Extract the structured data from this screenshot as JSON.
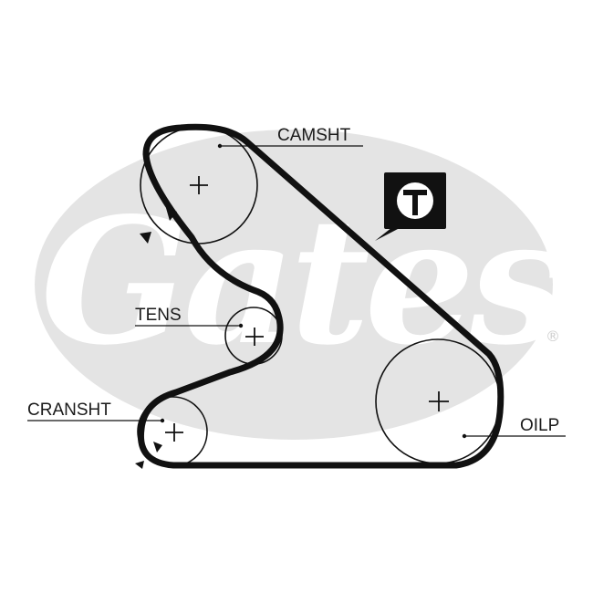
{
  "brand": {
    "logo_text": "Gates",
    "registered_mark": "®",
    "watermark_color": "#e4e4e4"
  },
  "colors": {
    "belt": "#111111",
    "pulley_outline": "#111111",
    "label_text": "#1a1a1a",
    "tensioner_badge": "#111111"
  },
  "tensioner_badge": {
    "letter": "T",
    "icon": "tensioner-marker-icon"
  },
  "pulleys": {
    "camshaft": {
      "label": "CAMSHT"
    },
    "tensioner": {
      "label": "TENS"
    },
    "crankshaft": {
      "label": "CRANSHT"
    },
    "oil_pump": {
      "label": "OILP"
    }
  },
  "direction_markers": {
    "icon": "rotation-arrow-icon"
  }
}
